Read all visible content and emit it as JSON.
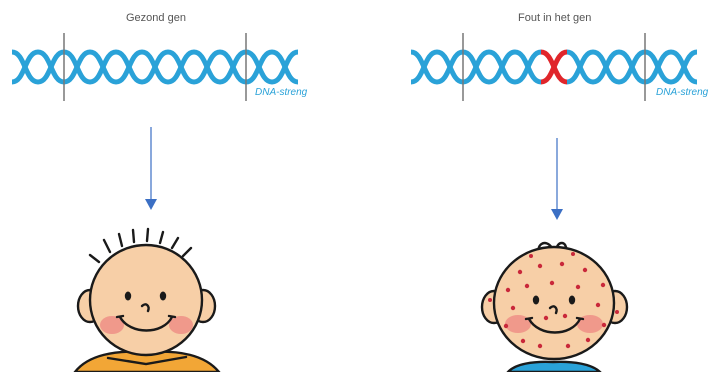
{
  "left": {
    "title": "Gezond gen",
    "strand_label": "DNA-streng",
    "gene_state": "healthy"
  },
  "right": {
    "title": "Fout in het gen",
    "strand_label": "DNA-streng",
    "gene_state": "mutation"
  },
  "colors": {
    "dna": "#2aa2d8",
    "mutation": "#e0262b",
    "arrow": "#3b6fc4",
    "divider": "#777777",
    "skin": "#f7cfa7",
    "cheek": "#ef8f86",
    "spots": "#c9283a",
    "shirt": "#f2a636"
  }
}
